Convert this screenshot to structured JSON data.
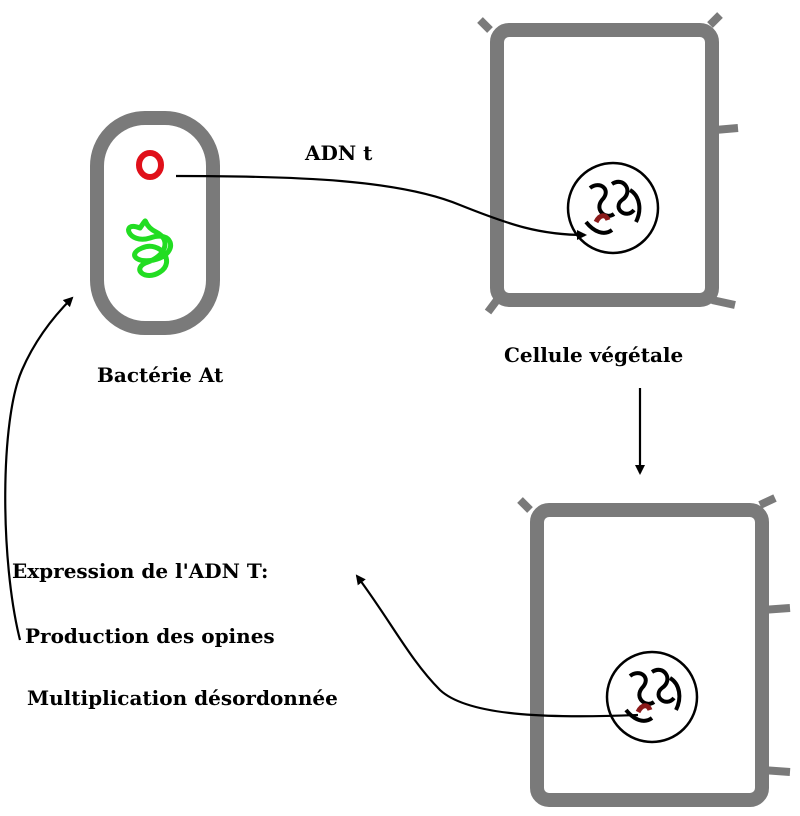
{
  "labels": {
    "adn_t": "ADN t",
    "bacterie": "Bactérie At",
    "cellule": "Cellule végétale",
    "expression": "Expression de l'ADN T:",
    "production": "Production des opines",
    "multiplication": "Multiplication désordonnée"
  },
  "colors": {
    "cell_wall": "#7a7a7a",
    "plasmid": "#e0101a",
    "chromosome": "#22dd22",
    "tdna_insert": "#8b1a1a"
  }
}
